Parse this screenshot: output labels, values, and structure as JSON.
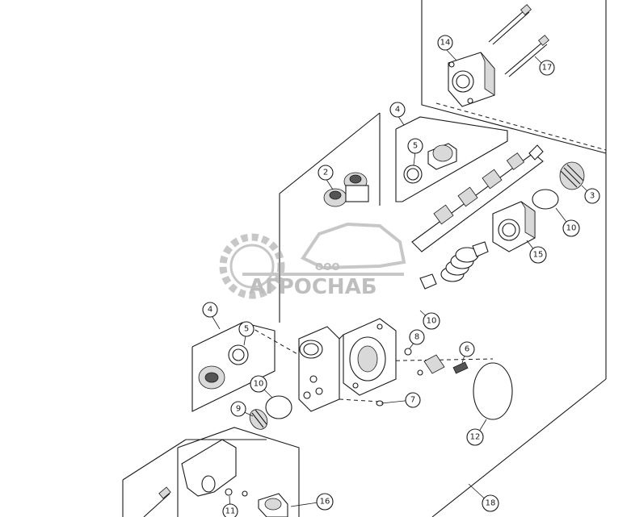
{
  "callouts": [
    {
      "id": "c14",
      "label": "14"
    },
    {
      "id": "c17",
      "label": "17"
    },
    {
      "id": "c4a",
      "label": "4"
    },
    {
      "id": "c5a",
      "label": "5"
    },
    {
      "id": "c2",
      "label": "2"
    },
    {
      "id": "c3",
      "label": "3"
    },
    {
      "id": "c10a",
      "label": "10"
    },
    {
      "id": "c15",
      "label": "15"
    },
    {
      "id": "c10b",
      "label": "10"
    },
    {
      "id": "c4b",
      "label": "4"
    },
    {
      "id": "c5b",
      "label": "5"
    },
    {
      "id": "c8",
      "label": "8"
    },
    {
      "id": "c6",
      "label": "6"
    },
    {
      "id": "c10c",
      "label": "10"
    },
    {
      "id": "c7",
      "label": "7"
    },
    {
      "id": "c9",
      "label": "9"
    },
    {
      "id": "c12",
      "label": "12"
    },
    {
      "id": "c11",
      "label": "11"
    },
    {
      "id": "c16",
      "label": "16"
    },
    {
      "id": "c18",
      "label": "18"
    }
  ],
  "watermark": {
    "small_text": "ООО",
    "brand": "АГРОСНАБ",
    "color": "#9a9a9a"
  }
}
